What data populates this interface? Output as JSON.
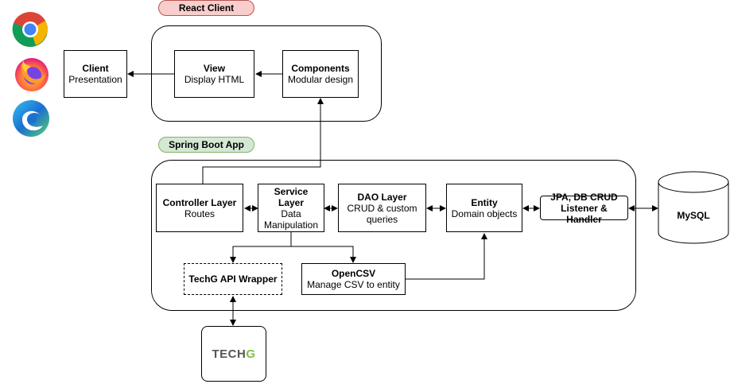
{
  "groups": {
    "react_label": "React Client",
    "spring_label": "Spring Boot App"
  },
  "colors": {
    "react_pill_fill": "#f8cecc",
    "react_pill_stroke": "#b85450",
    "spring_pill_fill": "#d5e8d4",
    "spring_pill_stroke": "#82b366",
    "techg_green": "#7dc243",
    "techg_gray": "#555555"
  },
  "browsers": [
    "chrome-icon",
    "firefox-icon",
    "edge-icon"
  ],
  "boxes": {
    "client": {
      "title": "Client",
      "sub": "Presentation"
    },
    "view": {
      "title": "View",
      "sub": "Display HTML"
    },
    "components": {
      "title": "Components",
      "sub": "Modular design"
    },
    "controller": {
      "title": "Controller Layer",
      "sub": "Routes"
    },
    "service": {
      "title": "Service Layer",
      "sub": "Data Manipulation"
    },
    "dao": {
      "title": "DAO Layer",
      "sub": "CRUD & custom queries"
    },
    "entity": {
      "title": "Entity",
      "sub": "Domain objects"
    },
    "jpa": {
      "title": "JPA, DB CRUD Listener & Handler"
    },
    "techg_wrapper": {
      "title": "TechG API Wrapper"
    },
    "opencsv": {
      "title": "OpenCSV",
      "sub": "Manage CSV to entity"
    },
    "mysql": {
      "title": "MySQL"
    }
  },
  "techg_logo": {
    "prefix": "TECH",
    "accent": "G"
  }
}
